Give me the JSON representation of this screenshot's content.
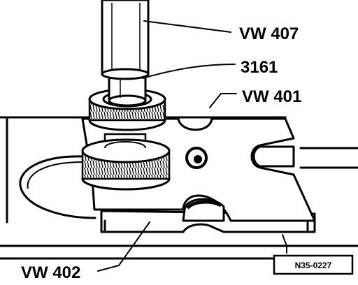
{
  "labels": {
    "tool_top": "VW 407",
    "adapter": "3161",
    "plate_top": "VW 401",
    "plate_bottom": "VW 402"
  },
  "reference_code": "N35-0227",
  "colors": {
    "line": "#000000",
    "background": "#ffffff"
  }
}
